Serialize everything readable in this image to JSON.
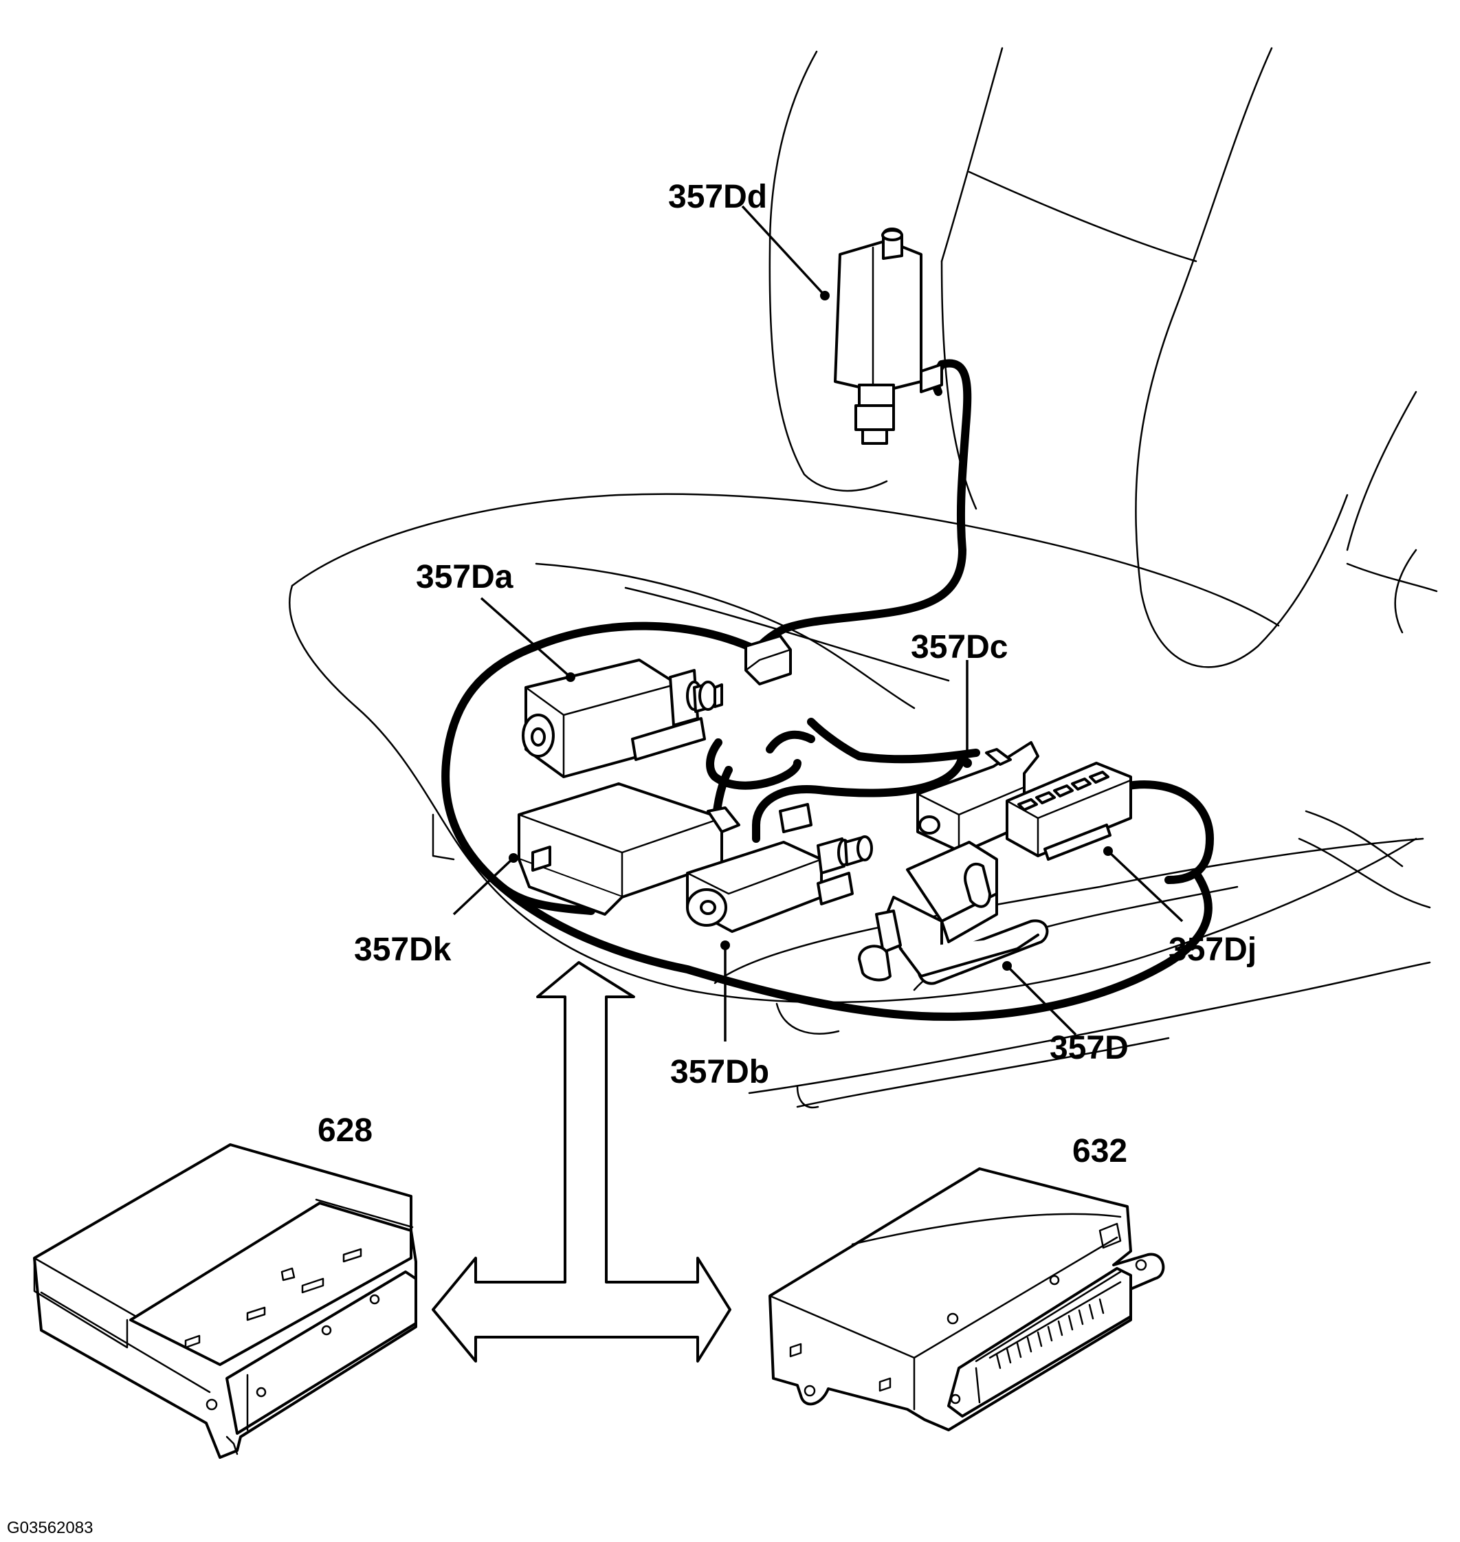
{
  "figure_ref": "G03562083",
  "labels": {
    "dd": "357Dd",
    "da": "357Da",
    "dc": "357Dc",
    "dk": "357Dk",
    "dj": "357Dj",
    "db": "357Db",
    "d": "357D",
    "m628": "628",
    "m632": "632"
  }
}
